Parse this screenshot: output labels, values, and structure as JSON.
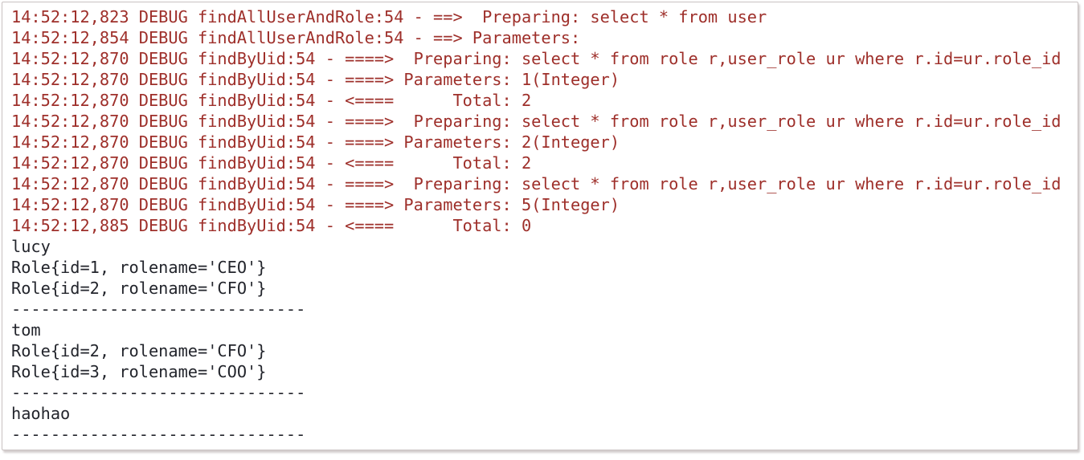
{
  "console": {
    "colors": {
      "log_text": "#9e2f2a",
      "stdout_text": "#23252c",
      "border": "#c9c1c1",
      "background": "#ffffff"
    },
    "lines": [
      {
        "type": "log",
        "text": "14:52:12,823 DEBUG findAllUserAndRole:54 - ==>  Preparing: select * from user "
      },
      {
        "type": "log",
        "text": "14:52:12,854 DEBUG findAllUserAndRole:54 - ==> Parameters: "
      },
      {
        "type": "log",
        "text": "14:52:12,870 DEBUG findByUid:54 - ====>  Preparing: select * from role r,user_role ur where r.id=ur.role_id"
      },
      {
        "type": "log",
        "text": "14:52:12,870 DEBUG findByUid:54 - ====> Parameters: 1(Integer)"
      },
      {
        "type": "log",
        "text": "14:52:12,870 DEBUG findByUid:54 - <====      Total: 2"
      },
      {
        "type": "log",
        "text": "14:52:12,870 DEBUG findByUid:54 - ====>  Preparing: select * from role r,user_role ur where r.id=ur.role_id"
      },
      {
        "type": "log",
        "text": "14:52:12,870 DEBUG findByUid:54 - ====> Parameters: 2(Integer)"
      },
      {
        "type": "log",
        "text": "14:52:12,870 DEBUG findByUid:54 - <====      Total: 2"
      },
      {
        "type": "log",
        "text": "14:52:12,870 DEBUG findByUid:54 - ====>  Preparing: select * from role r,user_role ur where r.id=ur.role_id"
      },
      {
        "type": "log",
        "text": "14:52:12,870 DEBUG findByUid:54 - ====> Parameters: 5(Integer)"
      },
      {
        "type": "log",
        "text": "14:52:12,885 DEBUG findByUid:54 - <====      Total: 0"
      },
      {
        "type": "out",
        "text": "lucy"
      },
      {
        "type": "out",
        "text": "Role{id=1, rolename='CEO'}"
      },
      {
        "type": "out",
        "text": "Role{id=2, rolename='CFO'}"
      },
      {
        "type": "out",
        "text": "------------------------------"
      },
      {
        "type": "out",
        "text": "tom"
      },
      {
        "type": "out",
        "text": "Role{id=2, rolename='CFO'}"
      },
      {
        "type": "out",
        "text": "Role{id=3, rolename='COO'}"
      },
      {
        "type": "out",
        "text": "------------------------------"
      },
      {
        "type": "out",
        "text": "haohao"
      },
      {
        "type": "out",
        "text": "------------------------------"
      }
    ]
  }
}
